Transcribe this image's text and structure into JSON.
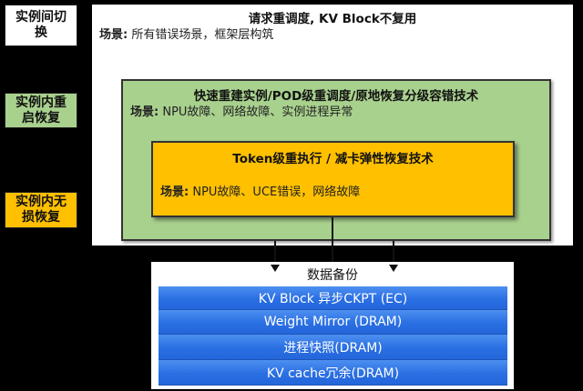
{
  "side_labels": [
    {
      "text": "实例间切换",
      "line1": "实例间切",
      "line2": "换",
      "color": "#ffffff"
    },
    {
      "text": "实例内重启恢复",
      "line1": "实例内重",
      "line2": "启恢复",
      "color": "#a9d18e"
    },
    {
      "text": "实例内无损恢复",
      "line1": "实例内无",
      "line2": "损恢复",
      "color": "#ffc000"
    }
  ],
  "outer_panel": {
    "title": "请求重调度, KV Block不复用",
    "scene_label": "场景:",
    "scene_text": "所有错误场景，框架层构筑"
  },
  "green_panel": {
    "title": "快速重建实例/POD级重调度/原地恢复分级容错技术",
    "scene_label": "场景:",
    "scene_text": "NPU故障、网络故障、实例进程异常",
    "color": "#a9d18e"
  },
  "yellow_panel": {
    "title": "Token级重执行 / 减卡弹性恢复技术",
    "scene_label": "场景:",
    "scene_text": "NPU故障、UCE错误，网络故障",
    "color": "#ffc000"
  },
  "backup": {
    "title": "数据备份",
    "rows": [
      "KV Block 异步CKPT (EC)",
      "Weight Mirror (DRAM)",
      "进程快照(DRAM)",
      "KV cache冗余(DRAM)"
    ],
    "row_color": "#2a6fe3"
  }
}
